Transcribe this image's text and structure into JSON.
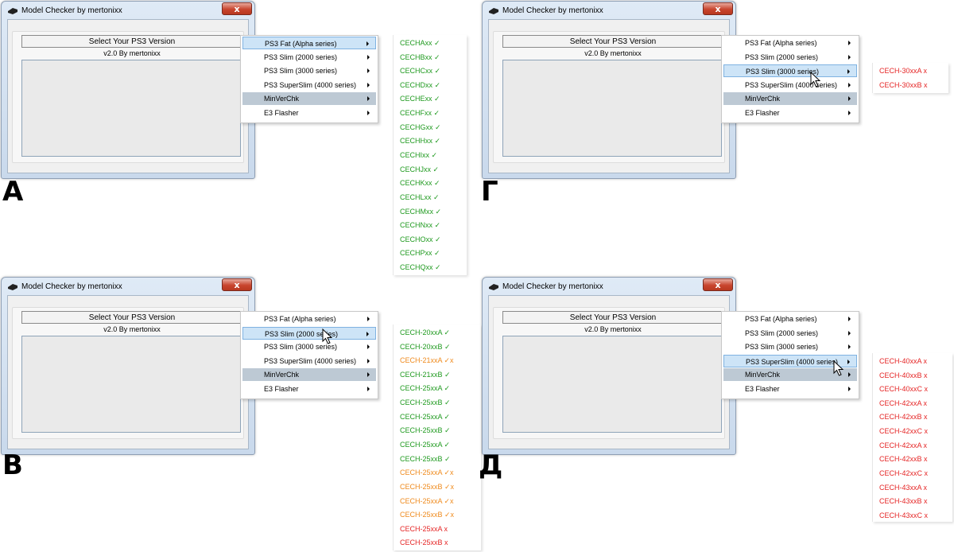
{
  "window": {
    "title": "Model Checker by mertonixx",
    "close_glyph": "x",
    "select_label": "Select Your PS3 Version",
    "version_a": "v2.0 By mertonixx",
    "version_b": "v2.0 By mertonixx"
  },
  "menu": [
    {
      "label": "PS3 Fat (Alpha series)"
    },
    {
      "label": "PS3 Slim (2000 series)"
    },
    {
      "label": "PS3 Slim (3000 series)"
    },
    {
      "label": "PS3 SuperSlim (4000 series)"
    },
    {
      "label": "MinVerChk"
    },
    {
      "label": "E3 Flasher"
    }
  ],
  "panels": {
    "a": {
      "letter": "А",
      "submenu": [
        "CECHAxx ✓",
        "CECHBxx ✓",
        "CECHCxx ✓",
        "CECHDxx ✓",
        "CECHExx ✓",
        "CECHFxx ✓",
        "CECHGxx ✓",
        "CECHHxx ✓",
        "CECHIxx ✓",
        "CECHJxx ✓",
        "CECHKxx ✓",
        "CECHLxx ✓",
        "CECHMxx ✓",
        "CECHNxx ✓",
        "CECHOxx ✓",
        "CECHPxx ✓",
        "CECHQxx ✓"
      ]
    },
    "b": {
      "letter": "Г",
      "submenu": [
        "CECH-30xxA x",
        "CECH-30xxB x"
      ]
    },
    "c": {
      "letter": "В",
      "submenu": [
        "CECH-20xxA ✓",
        "CECH-20xxB ✓",
        "CECH-21xxA ✓x",
        "CECH-21xxB ✓",
        "CECH-25xxA ✓",
        "CECH-25xxB ✓",
        "CECH-25xxA ✓",
        "CECH-25xxB ✓",
        "CECH-25xxA ✓",
        "CECH-25xxB ✓",
        "CECH-25xxA ✓x",
        "CECH-25xxB ✓x",
        "CECH-25xxA ✓x",
        "CECH-25xxB ✓x",
        "CECH-25xxA x",
        "CECH-25xxB x"
      ]
    },
    "d": {
      "letter": "Д",
      "submenu": [
        "CECH-40xxA x",
        "CECH-40xxB x",
        "CECH-40xxC x",
        "CECH-42xxA x",
        "CECH-42xxB x",
        "CECH-42xxC x",
        "CECH-42xxA x",
        "CECH-42xxB x",
        "CECH-42xxC x",
        "CECH-43xxA x",
        "CECH-43xxB x",
        "CECH-43xxC x"
      ]
    }
  },
  "colors": {
    "ok": "#1f9a1f",
    "partial": "#ef8a1c",
    "bad": "#e52525",
    "highlight": "#cde4f7",
    "greyed": "#bdc9d4"
  },
  "icons": [
    "ps3-console-icon",
    "close-icon",
    "submenu-arrow-icon",
    "mouse-cursor-icon"
  ]
}
